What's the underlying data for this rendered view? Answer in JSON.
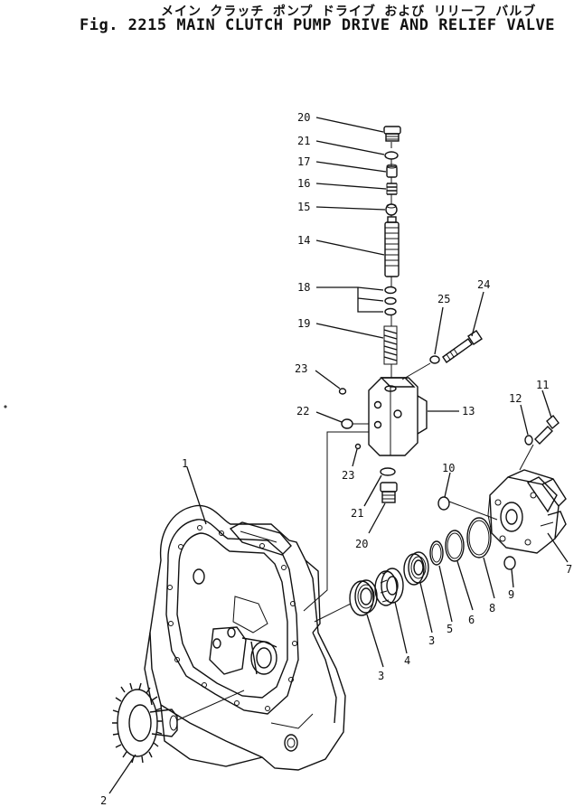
{
  "title": {
    "japanese": "メイン クラッチ ポンプ ドライブ および リリーフ バルブ",
    "english": "Fig. 2215 MAIN CLUTCH PUMP DRIVE AND RELIEF VALVE"
  },
  "callouts": {
    "c20a": "20",
    "c21a": "21",
    "c17": "17",
    "c16": "16",
    "c15": "15",
    "c14": "14",
    "c18": "18",
    "c19": "19",
    "c25": "25",
    "c24": "24",
    "c23a": "23",
    "c22": "22",
    "c13": "13",
    "c23b": "23",
    "c21b": "21",
    "c20b": "20",
    "c1": "1",
    "c12": "12",
    "c11": "11",
    "c10": "10",
    "c7": "7",
    "c9": "9",
    "c8": "8",
    "c6": "6",
    "c5": "5",
    "c3a": "3",
    "c4": "4",
    "c3b": "3",
    "c2": "2"
  }
}
